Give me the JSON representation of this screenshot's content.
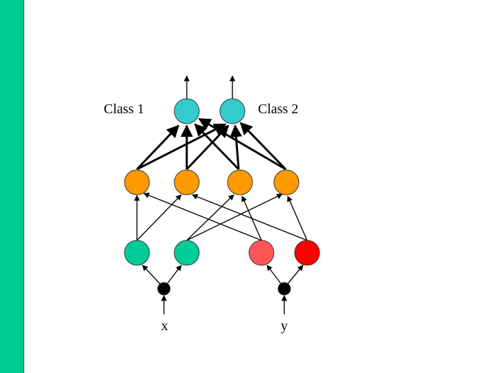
{
  "labels": {
    "class1": "Class 1",
    "class2": "Class 2",
    "input_x": "x",
    "input_y": "y"
  },
  "colors": {
    "sidebar": "#00c990",
    "output_node": "#33cccc",
    "hidden_node": "#ff9900",
    "input_x_node": "#00cc99",
    "input_y_node_light": "#ff5555",
    "input_y_node": "#ff0000",
    "source_node": "#000000"
  },
  "icons": {
    "arrowhead": "arrow-icon"
  }
}
